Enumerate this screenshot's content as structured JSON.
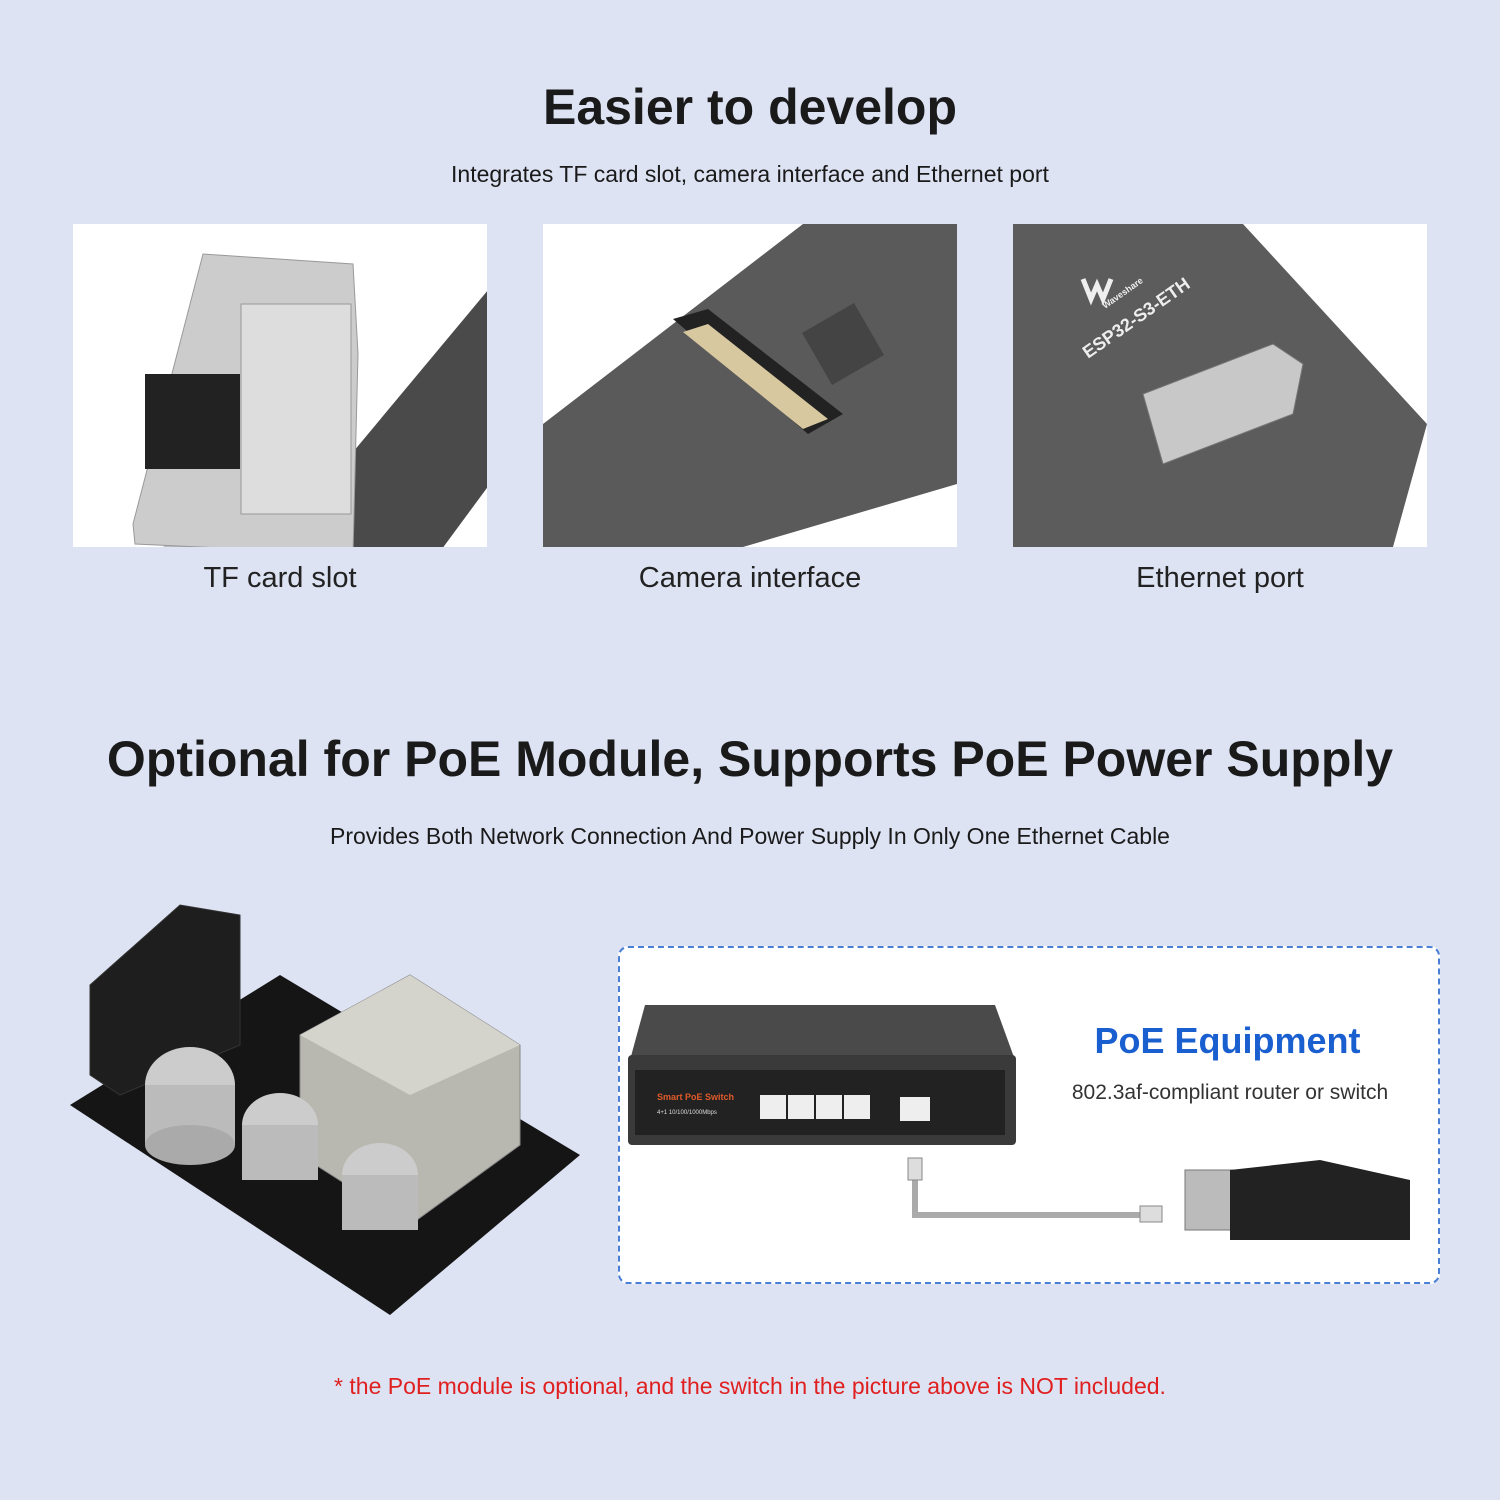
{
  "section1": {
    "title": "Easier to develop",
    "subtitle": "Integrates TF card slot, camera interface and Ethernet port",
    "features": [
      {
        "caption": "TF card slot"
      },
      {
        "caption": "Camera interface"
      },
      {
        "caption": "Ethernet port"
      }
    ]
  },
  "section2": {
    "title": "Optional for PoE Module, Supports PoE Power Supply",
    "subtitle": "Provides Both Network Connection And Power Supply In Only One Ethernet Cable"
  },
  "equipment": {
    "title": "PoE Equipment",
    "subtitle": "802.3af-compliant router or switch",
    "switch_label": "Smart PoE Switch",
    "switch_spec": "4+1 10/100/1000Mbps",
    "board_label": "ESP32-S3-ETH",
    "brand": "Waveshare"
  },
  "note": "* the PoE module is optional, and the switch in the picture above is NOT included.",
  "colors": {
    "background": "#dde3f3",
    "accent": "#1a5fd0",
    "note": "#e02020"
  }
}
